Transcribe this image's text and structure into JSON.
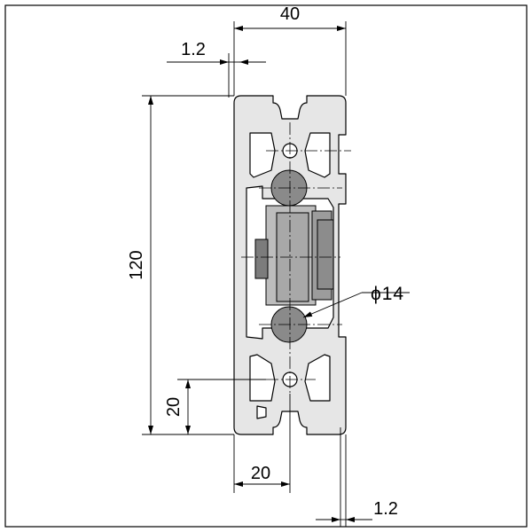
{
  "dimensions": {
    "top_width": "40",
    "left_wall": "1.2",
    "height": "120",
    "lower_offset": "20",
    "bottom_width": "20",
    "right_wall": "1.2",
    "diameter": "ϕ14"
  },
  "colors": {
    "profile_fill": "#e6e6e6",
    "profile_stroke": "#000000",
    "roller_fill": "#8a8a8a",
    "carriage_fill": "#bdbdbd",
    "line": "#000000",
    "frame": "#000000"
  }
}
